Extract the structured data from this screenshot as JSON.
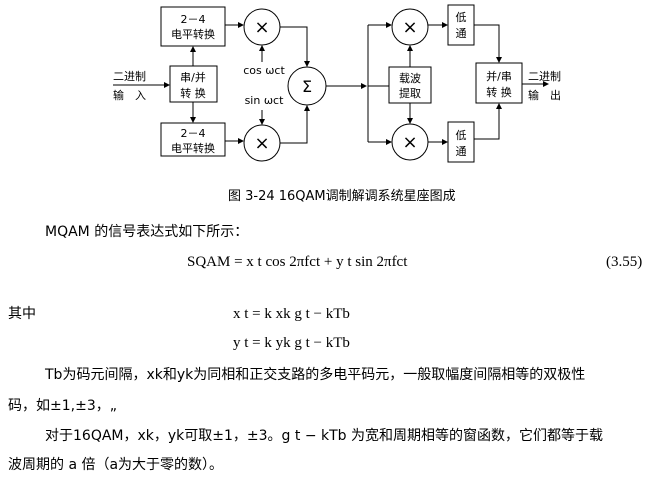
{
  "diagram": {
    "level_conv_top": [
      "2－4",
      "电平转换"
    ],
    "level_conv_bottom": [
      "2－4",
      "电平转换"
    ],
    "serial_parallel": [
      "串/并",
      "转 换"
    ],
    "input_label": [
      "二进制",
      "输　入"
    ],
    "cos_label": "cos ωct",
    "sin_label": "sin ωct",
    "multiply": "×",
    "sum": "Σ",
    "carrier_extract": [
      "载波",
      "提取"
    ],
    "lowpass_top": [
      "低",
      "通"
    ],
    "lowpass_bottom": [
      "低",
      "通"
    ],
    "parallel_serial": [
      "并/串",
      "转 换"
    ],
    "output_label": [
      "二进制",
      "输　出"
    ]
  },
  "caption": "图 3-24 16QAM调制解调系统星座图成",
  "intro": "MQAM 的信号表达式如下所示：",
  "formula_main": "SQAM = x t  cos 2πfct  + y t  sin 2πfct",
  "formula_number": "(3.55)",
  "where_label": "其中",
  "formula_x": "x t  =  k xk g t − kTb",
  "formula_y": "y t  =  k yk g t − kTb",
  "para1_line1": "Tb为码元间隔，xk和yk为同相和正交支路的多电平码元，一般取幅度间隔相等的双极性",
  "para1_line2": "码，如±1,±3，„",
  "para2_line1": "对于16QAM，xk，yk可取±1，±3。g t − kTb 为宽和周期相等的窗函数，它们都等于载",
  "para2_line2": "波周期的 a 倍（a为大于零的数）。"
}
